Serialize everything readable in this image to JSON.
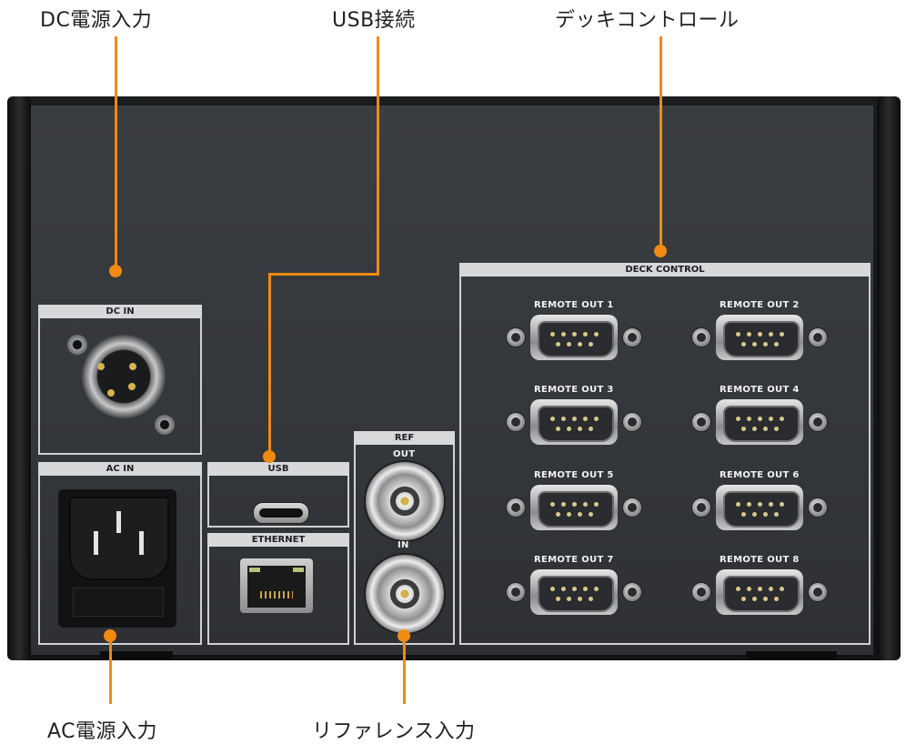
{
  "callouts": {
    "dc_power": "DC電源入力",
    "usb": "USB接続",
    "deck_control": "デッキコントロール",
    "ac_power": "AC電源入力",
    "reference": "リファレンス入力"
  },
  "panel": {
    "dc_in": "DC IN",
    "ac_in": "AC IN",
    "usb": "USB",
    "ethernet": "ETHERNET",
    "ref": "REF",
    "ref_out": "OUT",
    "ref_in": "IN",
    "deck_control": "DECK CONTROL",
    "remote_outs": [
      "REMOTE OUT  1",
      "REMOTE OUT  2",
      "REMOTE OUT  3",
      "REMOTE OUT  4",
      "REMOTE OUT  5",
      "REMOTE OUT  6",
      "REMOTE OUT  7",
      "REMOTE OUT  8"
    ]
  },
  "colors": {
    "accent": "#f08a12",
    "panel": "#383b3f",
    "label_bar": "#d7d8da"
  }
}
